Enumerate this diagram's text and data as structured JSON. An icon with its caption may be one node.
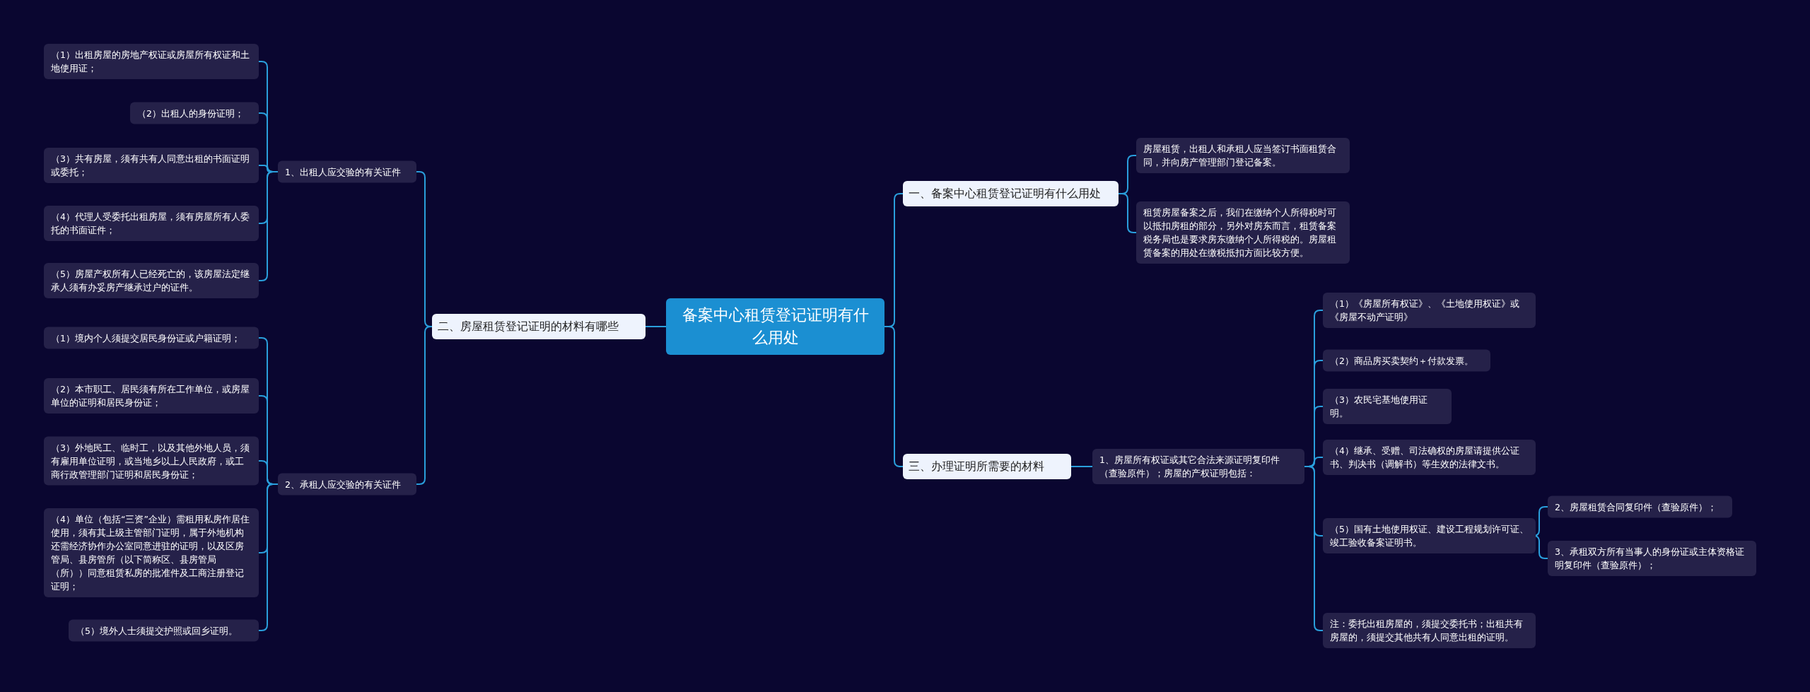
{
  "diagram": {
    "nodes": [
      {
        "text": [
          "备案中心租赁登记证明有什么用处"
        ]
      },
      {
        "text": [
          "一、备案中心租赁登记证明有什么用处"
        ]
      },
      {
        "text": [
          "房屋租赁，出租人和承租人应当签订书面租赁合同，并向房产管理部门登记备案。"
        ]
      },
      {
        "text": [
          "租赁房屋备案之后，我们在缴纳个人所得税时可以抵扣房租的部分，另外对房东而言，租赁备案税务局也是要求房东缴纳个人所得税的。房屋租赁备案的用处在缴税抵扣方面比较方便。"
        ]
      },
      {
        "text": [
          "二、房屋租赁登记证明的材料有哪些"
        ]
      },
      {
        "text": [
          "1、出租人应交验的有关证件"
        ]
      },
      {
        "text": [
          "（1）出租房屋的房地产权证或房屋所有权证和土地使用证；"
        ]
      },
      {
        "text": [
          "（2）出租人的身份证明；"
        ]
      },
      {
        "text": [
          "（3）共有房屋，须有共有人同意出租的书面证明或委托；"
        ]
      },
      {
        "text": [
          "（4）代理人受委托出租房屋，须有房屋所有人委托的书面证件；"
        ]
      },
      {
        "text": [
          "（5）房屋产权所有人已经死亡的，该房屋法定继承人须有办妥房产继承过户的证件。"
        ]
      },
      {
        "text": [
          "2、承租人应交验的有关证件"
        ]
      },
      {
        "text": [
          "（1）境内个人须提交居民身份证或户籍证明；"
        ]
      },
      {
        "text": [
          "（2）本市职工、居民须有所在工作单位，或房屋单位的证明和居民身份证；"
        ]
      },
      {
        "text": [
          "（3）外地民工、临时工，以及其他外地人员，须有雇用单位证明，或当地乡以上人民政府，或工商行政管理部门证明和居民身份证；"
        ]
      },
      {
        "text": [
          "（4）单位（包括“三资”企业）需租用私房作居住使用，须有其上级主管部门证明，属于外地机构还需经济协作办公室同意进驻的证明，以及区房管局、县房管所（以下简称区、县房管局（所））同意租赁私房的批准件及工商注册登记证明；"
        ]
      },
      {
        "text": [
          "（5）境外人士须提交护照或回乡证明。"
        ]
      },
      {
        "text": [
          "三、办理证明所需要的材料"
        ]
      },
      {
        "text": [
          "1、房屋所有权证或其它合法来源证明复印件（查验原件）；房屋的产权证明包括："
        ]
      },
      {
        "text": [
          "（1）《房屋所有权证》、《土地使用权证》或《房屋不动产证明》"
        ]
      },
      {
        "text": [
          "（2）商品房买卖契约＋付款发票。"
        ]
      },
      {
        "text": [
          "（3）农民宅基地使用证明。"
        ]
      },
      {
        "text": [
          "（4）继承、受赠、司法确权的房屋请提供公证书、判决书（调解书）等生效的法律文书。"
        ]
      },
      {
        "text": [
          "（5）国有土地使用权证、建设工程规划许可证、竣工验收备案证明书。"
        ]
      },
      {
        "text": [
          "2、房屋租赁合同复印件（查验原件）；"
        ]
      },
      {
        "text": [
          "3、承租双方所有当事人的身份证或主体资格证明复印件（查验原件）；"
        ]
      },
      {
        "text": [
          "注：委托出租房屋的，须提交委托书；出租共有房屋的，须提交其他共有人同意出租的证明。"
        ]
      }
    ],
    "edges": [
      {
        "from": 0,
        "to": 1,
        "arrow": "none"
      },
      {
        "from": 1,
        "to": 2,
        "arrow": "none"
      },
      {
        "from": 1,
        "to": 3,
        "arrow": "none"
      },
      {
        "from": 0,
        "to": 4,
        "arrow": "none"
      },
      {
        "from": 4,
        "to": 5,
        "arrow": "none"
      },
      {
        "from": 5,
        "to": 6,
        "arrow": "none"
      },
      {
        "from": 5,
        "to": 7,
        "arrow": "none"
      },
      {
        "from": 5,
        "to": 8,
        "arrow": "none"
      },
      {
        "from": 5,
        "to": 9,
        "arrow": "none"
      },
      {
        "from": 5,
        "to": 10,
        "arrow": "none"
      },
      {
        "from": 4,
        "to": 11,
        "arrow": "none"
      },
      {
        "from": 11,
        "to": 12,
        "arrow": "none"
      },
      {
        "from": 11,
        "to": 13,
        "arrow": "none"
      },
      {
        "from": 11,
        "to": 14,
        "arrow": "none"
      },
      {
        "from": 11,
        "to": 15,
        "arrow": "none"
      },
      {
        "from": 11,
        "to": 16,
        "arrow": "none"
      },
      {
        "from": 0,
        "to": 17,
        "arrow": "none"
      },
      {
        "from": 17,
        "to": 18,
        "arrow": "none"
      },
      {
        "from": 18,
        "to": 19,
        "arrow": "none"
      },
      {
        "from": 18,
        "to": 20,
        "arrow": "none"
      },
      {
        "from": 18,
        "to": 21,
        "arrow": "none"
      },
      {
        "from": 18,
        "to": 22,
        "arrow": "none"
      },
      {
        "from": 18,
        "to": 23,
        "arrow": "none"
      },
      {
        "from": 23,
        "to": 24,
        "arrow": "none"
      },
      {
        "from": 23,
        "to": 25,
        "arrow": "none"
      },
      {
        "from": 18,
        "to": 26,
        "arrow": "none"
      }
    ]
  }
}
